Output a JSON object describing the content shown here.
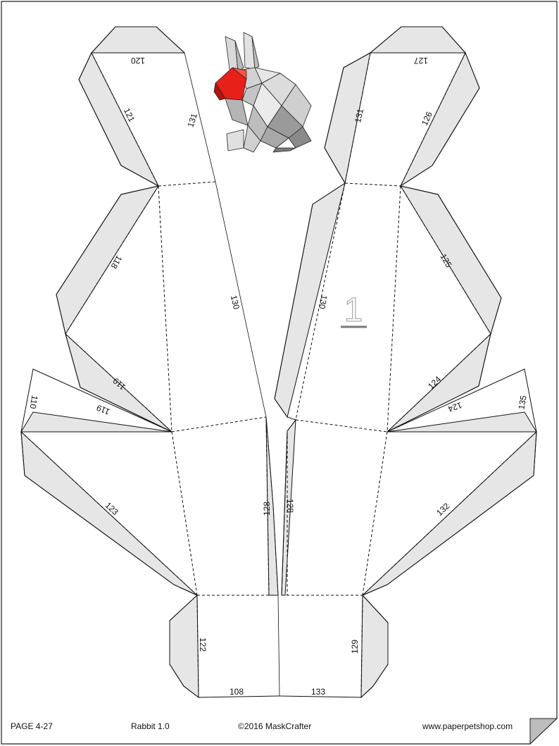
{
  "footer": {
    "page": "PAGE 4-27",
    "model": "Rabbit 1.0",
    "copyright": "©2016 MaskCrafter",
    "website": "www.paperpetshop.com"
  },
  "sheet_number": "1",
  "edge_labels": {
    "e120": "120",
    "e121": "121",
    "e131a": "131",
    "e130a": "130",
    "e118": "118",
    "e119a": "119",
    "e119b": "119",
    "e110": "110",
    "e123": "123",
    "e128a": "128",
    "e128b": "128",
    "e122": "122",
    "e108": "108",
    "e133": "133",
    "e129": "129",
    "e127": "127",
    "e131b": "131",
    "e126": "126",
    "e125": "125",
    "e130b": "130",
    "e124a": "124",
    "e124b": "124",
    "e135": "135",
    "e132": "132"
  },
  "colors": {
    "tab": "#e6e6e6",
    "line": "#111111",
    "rabbit_nose": "#e8201a",
    "rabbit_body": "#cfcfcf"
  }
}
